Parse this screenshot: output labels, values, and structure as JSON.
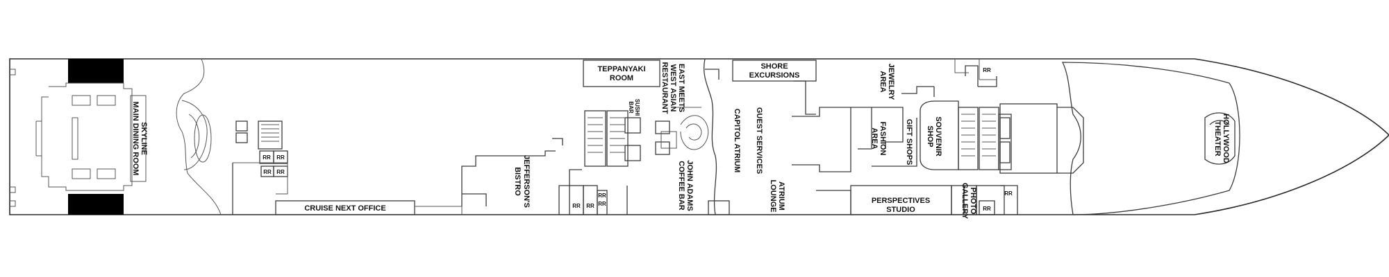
{
  "labels": {
    "skyline_1": "SKYLINE",
    "skyline_2": "MAIN DINING ROOM",
    "cruise_next_office": "CRUISE NEXT OFFICE",
    "jeffersons_1": "JEFFERSON'S",
    "jeffersons_2": "BISTRO",
    "teppanyaki_1": "TEPPANYAKI",
    "teppanyaki_2": "ROOM",
    "sushi_bar_1": "SUSHI",
    "sushi_bar_2": "BAR",
    "east_meets_west_1": "EAST MEETS",
    "east_meets_west_2": "WEST ASIAN",
    "east_meets_west_3": "RESTAURANT",
    "john_adams_1": "JOHN ADAMS",
    "john_adams_2": "COFFEE BAR",
    "shore_excursions_1": "SHORE",
    "shore_excursions_2": "EXCURSIONS",
    "capitol_atrium": "CAPITOL ATRIUM",
    "guest_services": "GUEST SERVICES",
    "atrium_lounge_1": "ATRIUM",
    "atrium_lounge_2": "LOUNGE",
    "jewelry_area_1": "JEWELRY",
    "jewelry_area_2": "AREA",
    "fashion_area_1": "FASHION",
    "fashion_area_2": "AREA",
    "gift_shops": "GIFT SHOPS",
    "souvenir_shop_1": "SOUVENIR",
    "souvenir_shop_2": "SHOP",
    "perspectives_1": "PERSPECTIVES",
    "perspectives_2": "STUDIO",
    "photo_gallery_1": "PHOTO",
    "photo_gallery_2": "GALLERY",
    "hollywood_1": "HOLLYWOOD",
    "hollywood_2": "THEATER",
    "rr": "RR"
  }
}
